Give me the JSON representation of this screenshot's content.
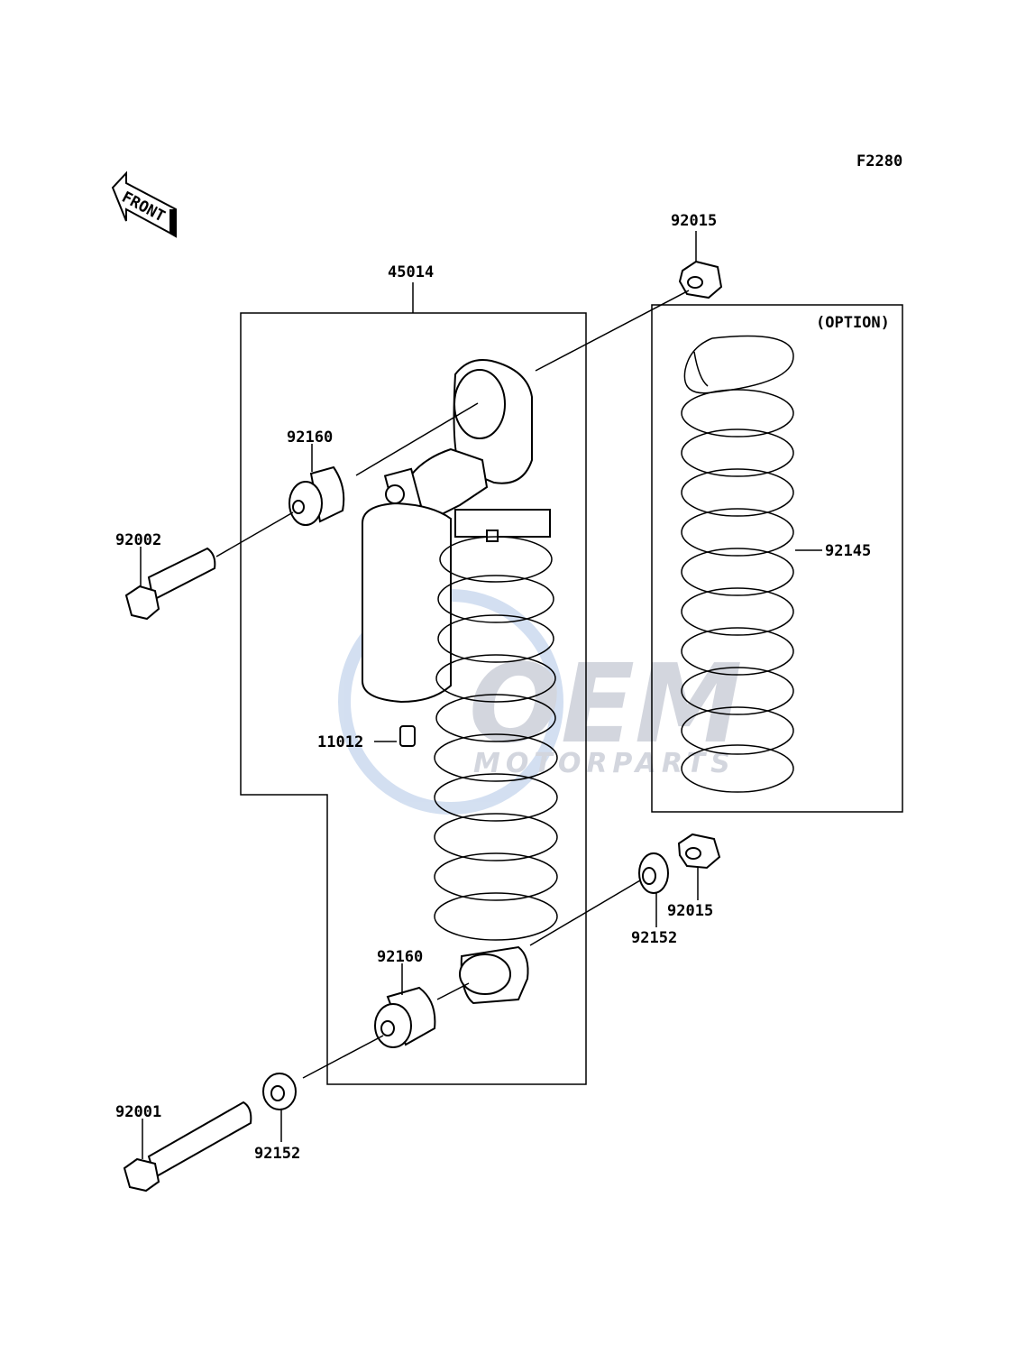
{
  "figure_code": "F2280",
  "front_label": "FRONT",
  "option_label": "(OPTION)",
  "watermark": {
    "brand": "OEM",
    "sub": "MOTORPARTS"
  },
  "parts": {
    "shock_assembly": "45014",
    "nut_top": "92015",
    "collar_top": "92160",
    "bolt_top": "92002",
    "valve_cap": "11012",
    "spring_option": "92145",
    "nut_bottom": "92015",
    "seal_right": "92152",
    "collar_bottom": "92160",
    "bolt_bottom": "92001",
    "seal_left": "92152"
  },
  "colors": {
    "line": "#000000",
    "watermark": "#c9ccd6"
  }
}
